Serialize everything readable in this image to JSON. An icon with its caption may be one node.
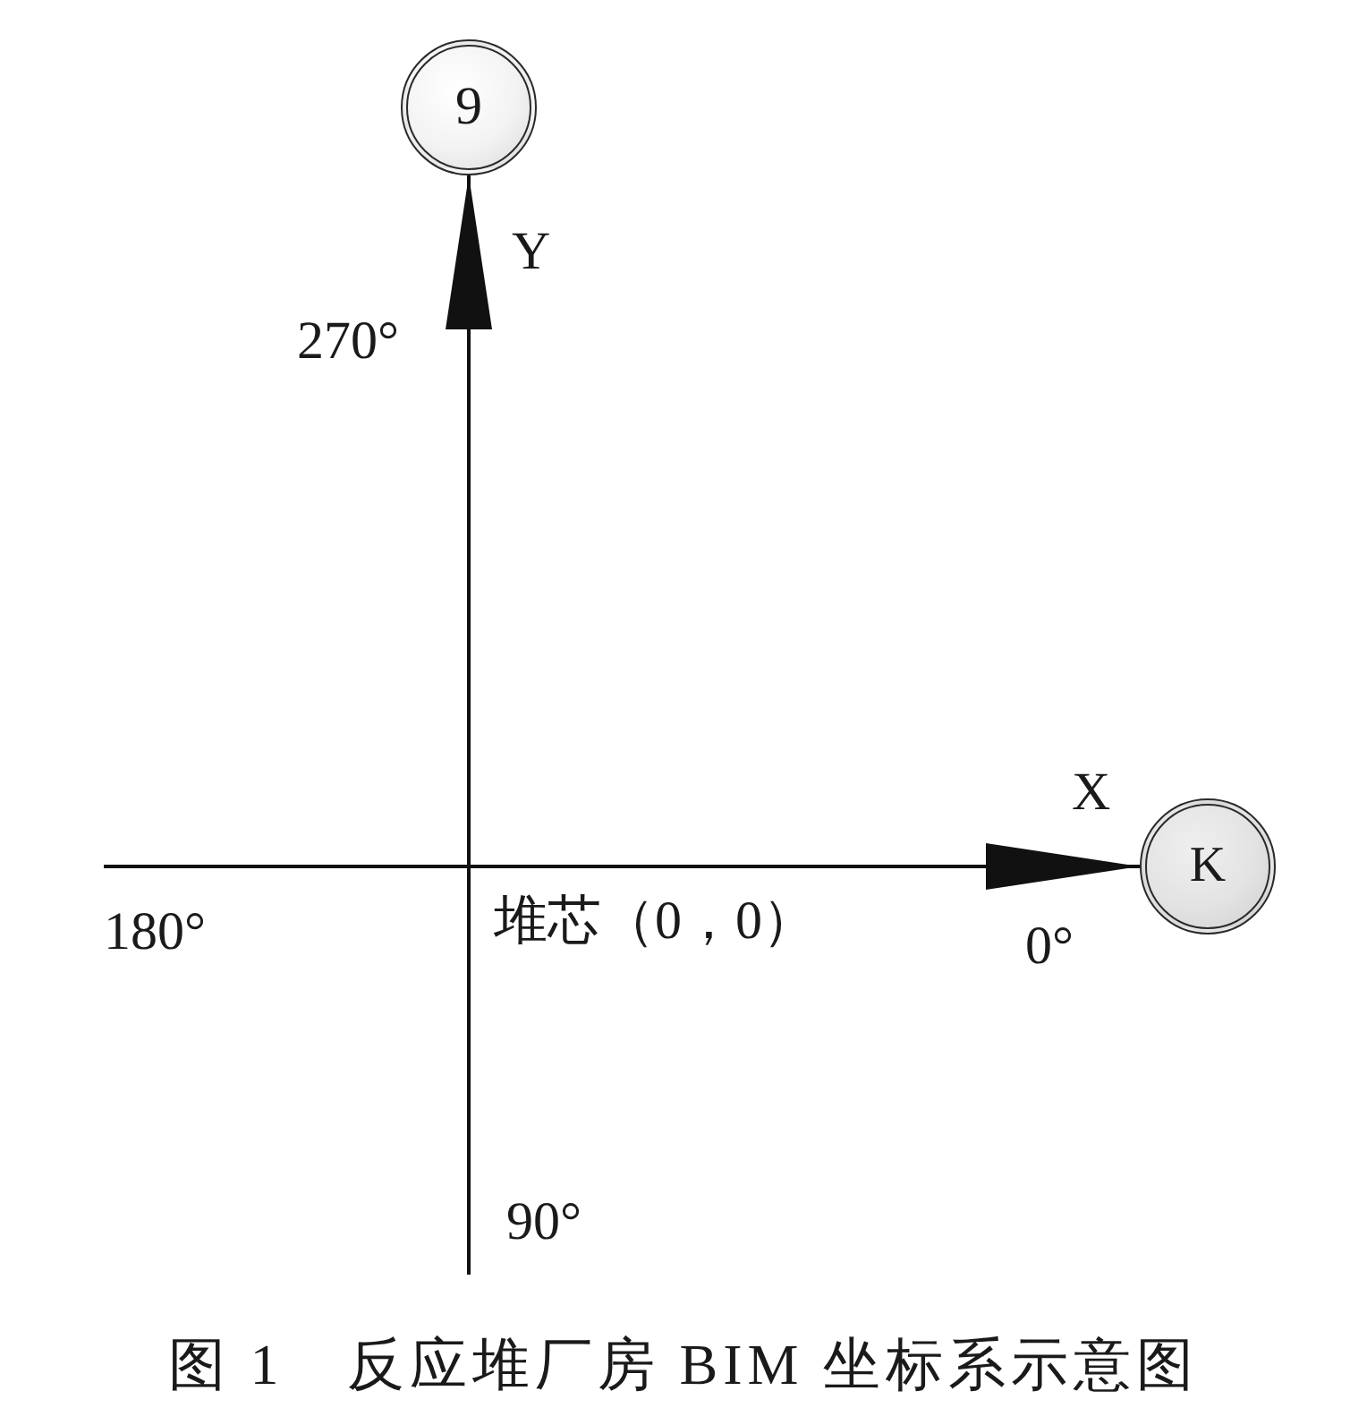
{
  "diagram": {
    "caption": "图 1　反应堆厂房 BIM 坐标系示意图",
    "nodes": [
      {
        "text": [
          "9"
        ]
      },
      {
        "text": [
          "K"
        ]
      }
    ],
    "edges": [
      {
        "from": null,
        "to": 0,
        "arrow": "to"
      },
      {
        "from": null,
        "to": 1,
        "arrow": "to"
      }
    ],
    "labels": [
      "Y",
      "270°",
      "X",
      "180°",
      "堆芯（0，0）",
      "0°",
      "90°"
    ]
  }
}
